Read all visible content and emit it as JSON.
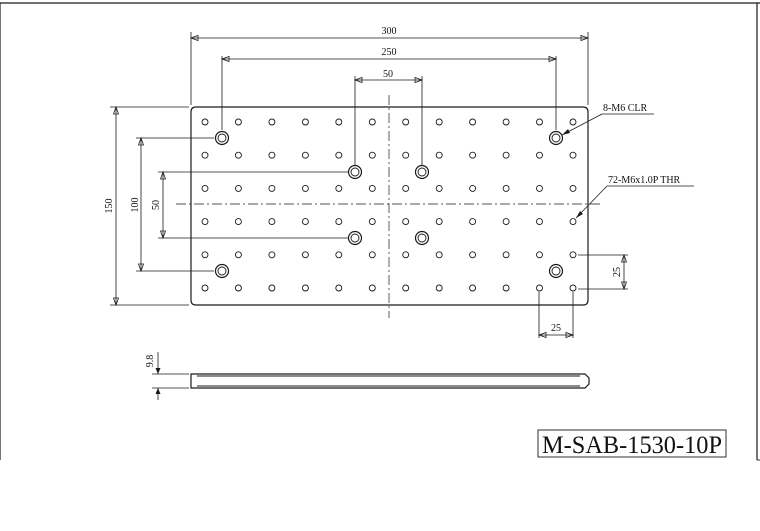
{
  "drawing": {
    "part_number": "M-SAB-1530-10P",
    "dimensions": {
      "overall_width": "300",
      "clr_spacing_x": "250",
      "center_spacing_x": "50",
      "overall_height": "150",
      "clr_spacing_y": "100",
      "center_spacing_y": "50",
      "pitch_y": "25",
      "pitch_x": "25",
      "thickness": "9.8"
    },
    "callouts": {
      "clearance_holes": "8-M6 CLR",
      "threaded_holes": "72-M6x1.0P THR"
    }
  }
}
